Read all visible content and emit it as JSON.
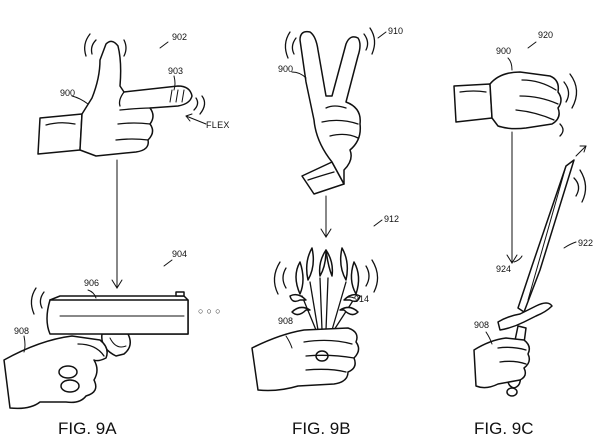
{
  "figures": [
    {
      "caption": "FIG. 9A",
      "refs": {
        "figure": "902",
        "hand": "900",
        "finger": "903",
        "object": "904",
        "gun": "906",
        "hold_hand": "908"
      },
      "annotation": "FLEX",
      "ellipsis": "○ ○ ○"
    },
    {
      "caption": "FIG. 9B",
      "refs": {
        "figure": "910",
        "hand": "900",
        "object": "912",
        "flowers": "914",
        "hold_hand": "908"
      }
    },
    {
      "caption": "FIG. 9C",
      "refs": {
        "figure": "920",
        "hand": "900",
        "sword": "922",
        "arrow": "924",
        "hold_hand": "908"
      }
    }
  ]
}
